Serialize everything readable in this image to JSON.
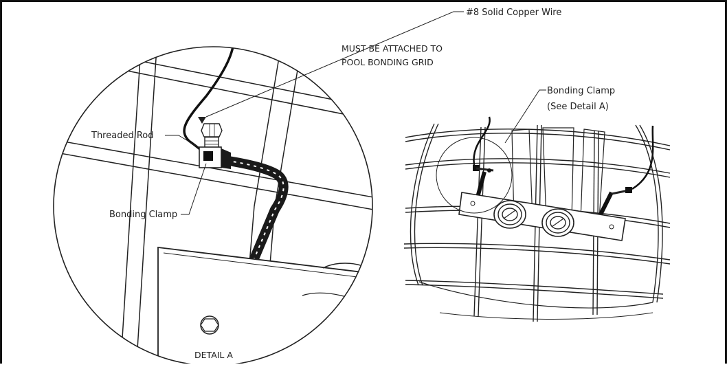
{
  "labels": {
    "copper_wire": "#8 Solid Copper Wire",
    "must_attach_line1": "MUST BE ATTACHED TO",
    "must_attach_line2": "POOL BONDING GRID",
    "threaded_rod": "Threaded Rod",
    "bonding_clamp": "Bonding Clamp",
    "bonding_clamp_right_line1": "Bonding Clamp",
    "bonding_clamp_right_line2": "(See Detail A)",
    "detail_a": "DETAIL A"
  }
}
